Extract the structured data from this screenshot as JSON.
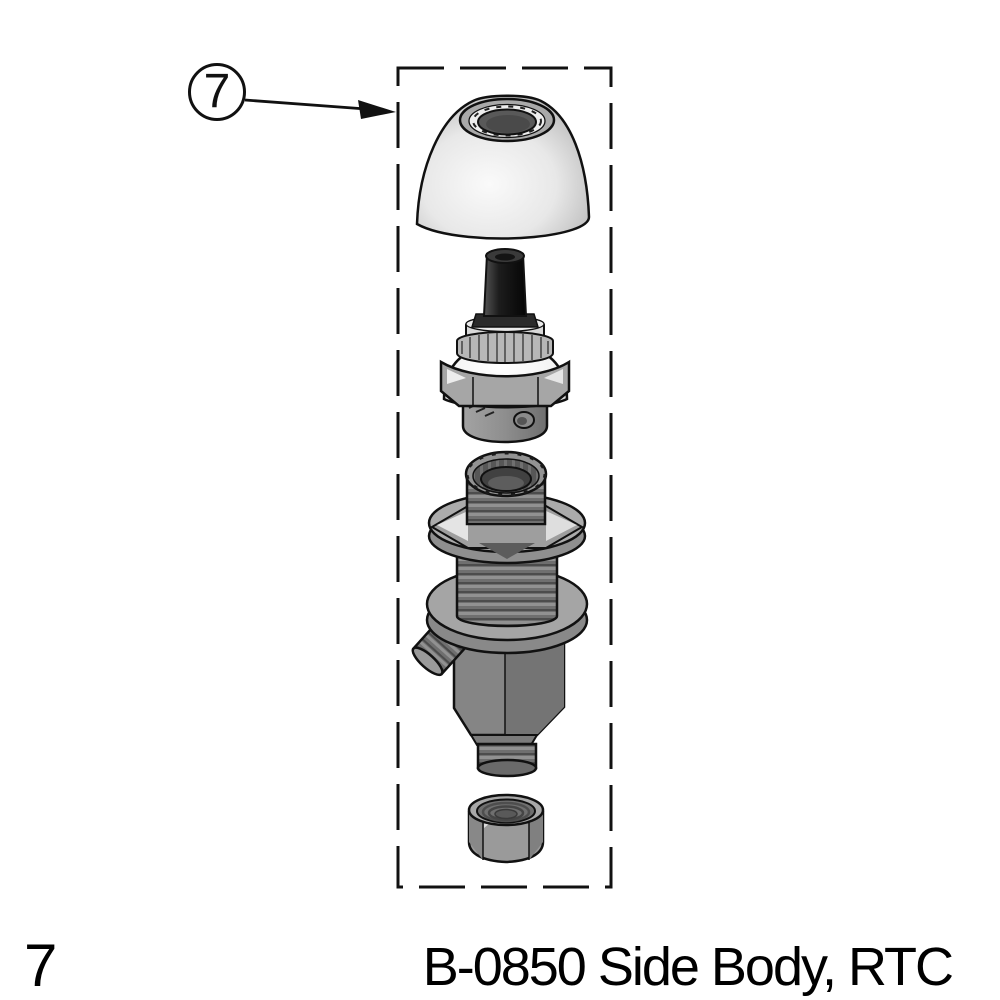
{
  "page": {
    "background_color": "#ffffff"
  },
  "callout": {
    "number": "7"
  },
  "caption": {
    "item_number": "7",
    "title": "B-0850 Side Body, RTC"
  },
  "figure": {
    "type": "exploded-parts-diagram",
    "boundary": "dashed-rectangle",
    "parts": [
      {
        "name": "dome-escutcheon-cap"
      },
      {
        "name": "valve-cartridge"
      },
      {
        "name": "side-body-threaded-shank"
      },
      {
        "name": "coupling-nut"
      }
    ]
  },
  "colors": {
    "line": "#111111",
    "background": "#ffffff",
    "metal_light": "#f2f2f2",
    "metal_mid": "#9a9a9a",
    "metal_dark": "#4f4f4f"
  }
}
